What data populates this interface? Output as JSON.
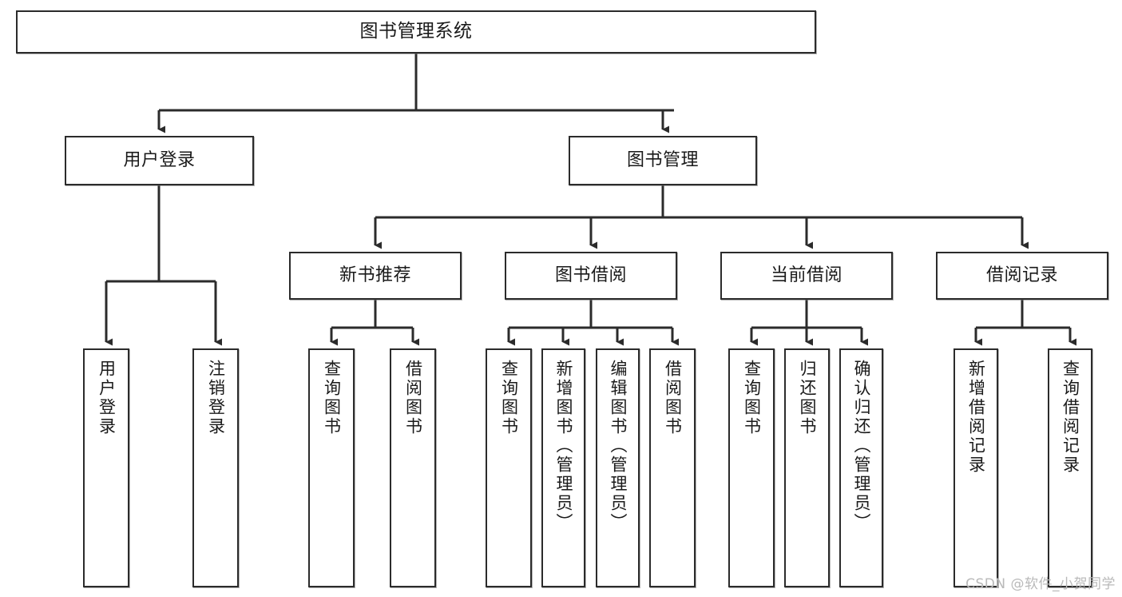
{
  "diagram": {
    "title": "图书管理系统",
    "watermark": "CSDN @软件_小贺同学",
    "type": "tree-hierarchy-chart",
    "colors": {
      "background": "#ffffff",
      "node_border": "#2b2b2b",
      "node_fill": "#ffffff",
      "edge": "#2b2b2b",
      "text": "#1a1a1a",
      "watermark": "#b9b9b9"
    },
    "levels": {
      "root": "图书管理系统",
      "level2": [
        "用户登录",
        "图书管理"
      ],
      "level3": [
        "新书推荐",
        "图书借阅",
        "当前借阅",
        "借阅记录"
      ]
    },
    "nodes": {
      "root": {
        "label": "图书管理系统"
      },
      "user_login": {
        "label": "用户登录"
      },
      "book_manage": {
        "label": "图书管理"
      },
      "new_book_rec": {
        "label": "新书推荐"
      },
      "book_borrow": {
        "label": "图书借阅"
      },
      "current_borrow": {
        "label": "当前借阅"
      },
      "borrow_record": {
        "label": "借阅记录"
      },
      "leaf_user_login": {
        "label": "用户登录"
      },
      "leaf_logout": {
        "label": "注销登录"
      },
      "leaf_query_book_1": {
        "label": "查询图书"
      },
      "leaf_borrow_book_1": {
        "label": "借阅图书"
      },
      "leaf_query_book_2": {
        "label": "查询图书"
      },
      "leaf_add_book": {
        "label": "新增图书（管理员）"
      },
      "leaf_edit_book": {
        "label": "编辑图书（管理员）"
      },
      "leaf_borrow_book_2": {
        "label": "借阅图书"
      },
      "leaf_query_book_3": {
        "label": "查询图书"
      },
      "leaf_return_book": {
        "label": "归还图书"
      },
      "leaf_confirm_return": {
        "label": "确认归还（管理员）"
      },
      "leaf_add_record": {
        "label": "新增借阅记录"
      },
      "leaf_query_record": {
        "label": "查询借阅记录"
      }
    },
    "edges": [
      {
        "from": "root",
        "to": "user_login"
      },
      {
        "from": "root",
        "to": "book_manage"
      },
      {
        "from": "book_manage",
        "to": "new_book_rec"
      },
      {
        "from": "book_manage",
        "to": "book_borrow"
      },
      {
        "from": "book_manage",
        "to": "current_borrow"
      },
      {
        "from": "book_manage",
        "to": "borrow_record"
      },
      {
        "from": "user_login",
        "to": "leaf_user_login"
      },
      {
        "from": "user_login",
        "to": "leaf_logout"
      },
      {
        "from": "new_book_rec",
        "to": "leaf_query_book_1"
      },
      {
        "from": "new_book_rec",
        "to": "leaf_borrow_book_1"
      },
      {
        "from": "book_borrow",
        "to": "leaf_query_book_2"
      },
      {
        "from": "book_borrow",
        "to": "leaf_add_book"
      },
      {
        "from": "book_borrow",
        "to": "leaf_edit_book"
      },
      {
        "from": "book_borrow",
        "to": "leaf_borrow_book_2"
      },
      {
        "from": "current_borrow",
        "to": "leaf_query_book_3"
      },
      {
        "from": "current_borrow",
        "to": "leaf_return_book"
      },
      {
        "from": "current_borrow",
        "to": "leaf_confirm_return"
      },
      {
        "from": "borrow_record",
        "to": "leaf_add_record"
      },
      {
        "from": "borrow_record",
        "to": "leaf_query_record"
      }
    ]
  }
}
